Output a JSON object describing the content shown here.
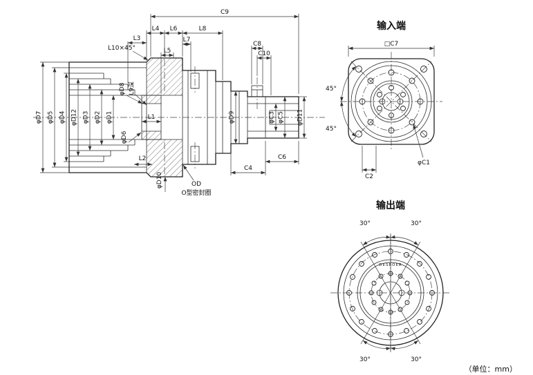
{
  "section_view": {
    "top_dims": {
      "c9": "C9",
      "l4": "L4",
      "l6": "L6",
      "l8": "L8",
      "l3": "L3",
      "l7": "L7",
      "l10_chamfer": "L10×45°",
      "l5": "L5",
      "c8": "C8",
      "c10": "C10"
    },
    "left_dims": [
      "φD7",
      "φD5",
      "φD4",
      "φD12",
      "φD3",
      "φD2",
      "φD1"
    ],
    "inner_dims": {
      "d8": "φD8",
      "l9_depth": "L9深",
      "l1": "L1",
      "d6": "φD6",
      "l2": "L2",
      "d10": "φD10"
    },
    "right_dims": [
      "φD9",
      "φC3",
      "φC5",
      "φD11"
    ],
    "bottom_dims": {
      "c4": "C4",
      "c6": "C6"
    },
    "seal": {
      "code": "OD",
      "label": "O型密封圈"
    }
  },
  "input_view": {
    "title": "输入端",
    "square_dim": "□C7",
    "angle_upper": "45°",
    "angle_lower": "45°",
    "bolt_circle_dim": "φC1",
    "offset_dim": "C2"
  },
  "output_view": {
    "title": "输出端",
    "angle_top_left": "30°",
    "angle_top_right": "30°",
    "angle_bottom_left": "30°",
    "angle_bottom_right": "30°",
    "brand": "DESBOER"
  },
  "unit_note": "（单位：mm）"
}
